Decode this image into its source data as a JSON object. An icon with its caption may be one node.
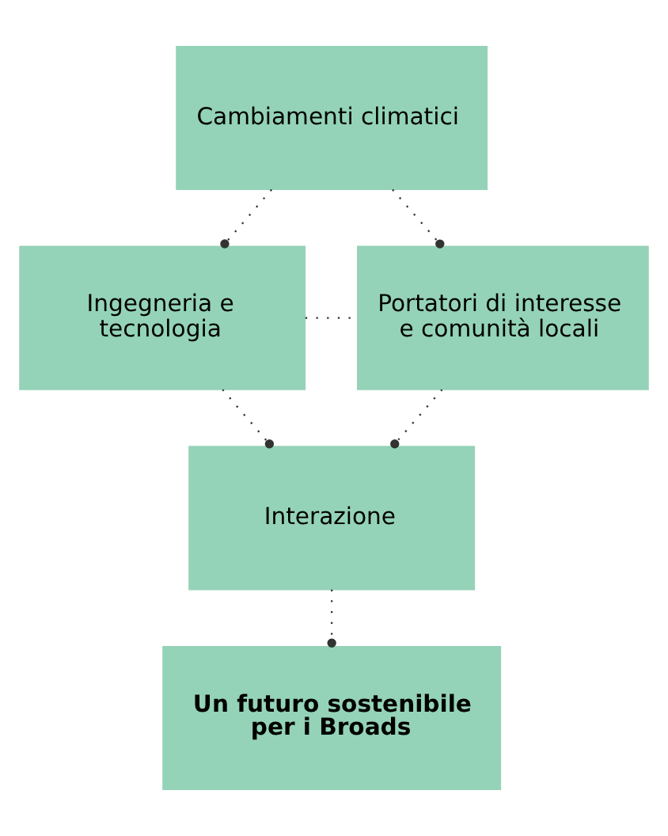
{
  "diagram": {
    "nodes": [
      {
        "text": [
          "Cambiamenti climatici"
        ]
      },
      {
        "text": [
          "Ingegneria e tecnologia"
        ]
      },
      {
        "text": [
          "Portatori di interesse e comunità locali"
        ]
      },
      {
        "text": [
          "Interazione"
        ]
      },
      {
        "text": [
          "Un futuro sostenibile per i Broads"
        ]
      }
    ],
    "edges": [
      {
        "from": 0,
        "to": 1,
        "arrow": "other"
      },
      {
        "from": 0,
        "to": 2,
        "arrow": "other"
      },
      {
        "from": 1,
        "to": 2,
        "arrow": "none"
      },
      {
        "from": 1,
        "to": 3,
        "arrow": "other"
      },
      {
        "from": 2,
        "to": 3,
        "arrow": "other"
      },
      {
        "from": 3,
        "to": 4,
        "arrow": "other"
      }
    ]
  }
}
